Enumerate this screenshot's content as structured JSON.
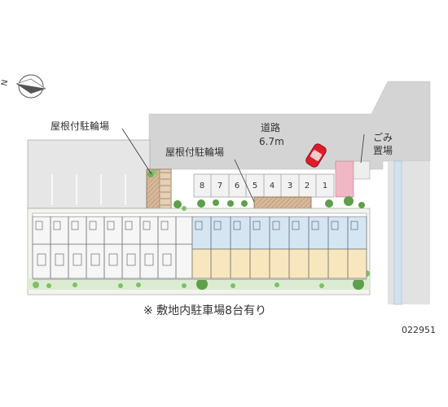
{
  "compass": {
    "north_label": "N",
    "icon": "compass-rose-icon"
  },
  "road": {
    "name": "道路",
    "width": "6.7m"
  },
  "labels": {
    "bicycle_parking_left": "屋根付駐輪場",
    "bicycle_parking_center": "屋根付駐輪場",
    "garbage": [
      "ごみ",
      "置場"
    ]
  },
  "parking": {
    "stall_numbers": [
      "8",
      "7",
      "6",
      "5",
      "4",
      "3",
      "2",
      "1"
    ]
  },
  "note": "※ 敷地内駐車場8台有り",
  "code": "022951",
  "colors": {
    "road": "#d4d4d4",
    "adjacent_building": "#e6e6e6",
    "units_white": "#f6f6f6",
    "units_blue": "#d5e6f3",
    "units_beige": "#f8e7be",
    "greenery": "#7fbf66",
    "accent_pink": "#f2b7c4",
    "bike_shelter": "#d6b89a",
    "car": "#e01b2a"
  }
}
